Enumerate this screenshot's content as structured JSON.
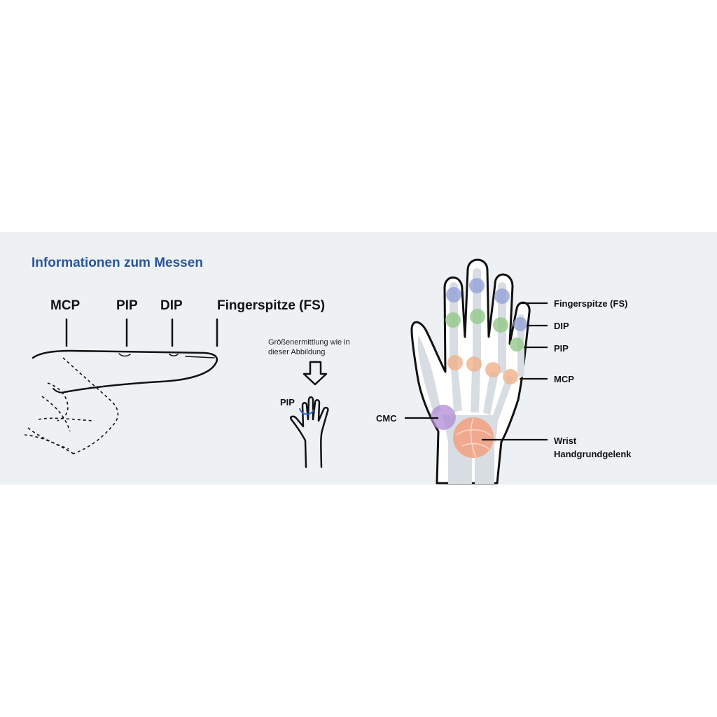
{
  "title": "Informationen zum Messen",
  "finger_labels": {
    "mcp": "MCP",
    "pip": "PIP",
    "dip": "DIP",
    "tip": "Fingerspitze (FS)"
  },
  "instruction": {
    "line1": "Größenermittlung wie in",
    "line2": "dieser Abbildung",
    "pip": "PIP"
  },
  "xray_labels": {
    "tip": "Fingerspitze (FS)",
    "dip": "DIP",
    "pip": "PIP",
    "mcp": "MCP",
    "cmc": "CMC",
    "wrist1": "Wrist",
    "wrist2": "Handgrundgelenk"
  },
  "colors": {
    "panel": "#eef1f4",
    "title": "#2a5598",
    "dip": "#8f9ed6",
    "pip": "#93c98b",
    "mcp": "#f0b28a",
    "cmc": "#b08ad4",
    "wrist": "#f3a07f",
    "bone": "#d8dde3"
  }
}
